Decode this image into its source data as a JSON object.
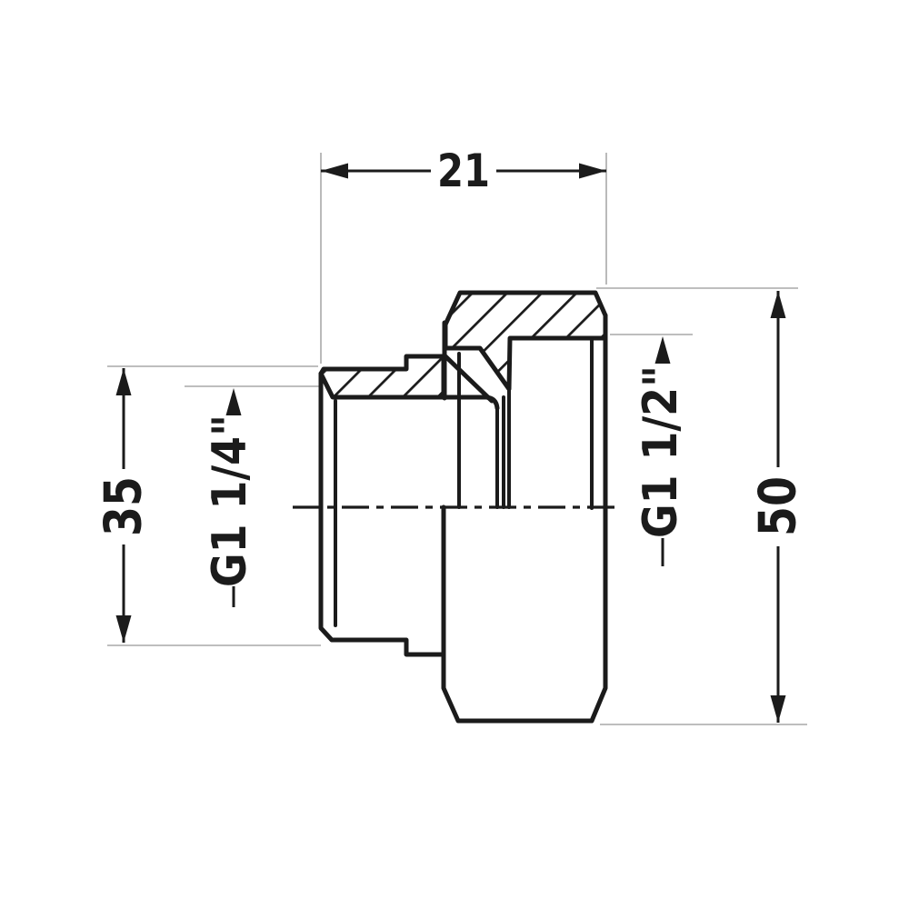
{
  "drawing": {
    "dimensions": {
      "top_width": "21",
      "left_height": "35",
      "right_height": "50"
    },
    "thread_labels": {
      "small_end": "G1 1/4\"",
      "large_end": "G1 1/2\""
    },
    "colors": {
      "line": "#1b1b1b",
      "thin_line": "#a9a9a9",
      "background": "#ffffff"
    }
  }
}
